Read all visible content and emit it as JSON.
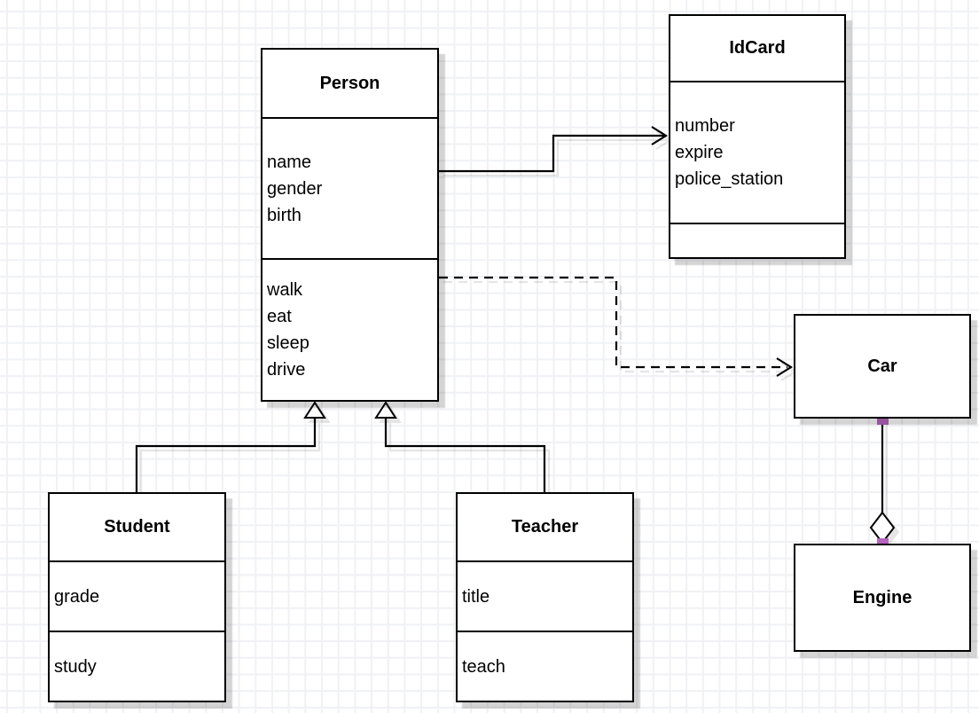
{
  "diagram": {
    "type": "uml-class-diagram",
    "classes": [
      {
        "id": "person",
        "name": "Person",
        "attributes": [
          "name",
          "gender",
          "birth"
        ],
        "methods": [
          "walk",
          "eat",
          "sleep",
          "drive"
        ]
      },
      {
        "id": "idcard",
        "name": "IdCard",
        "attributes": [
          "number",
          "expire",
          "police_station"
        ],
        "methods": []
      },
      {
        "id": "car",
        "name": "Car",
        "attributes": [],
        "methods": []
      },
      {
        "id": "engine",
        "name": "Engine",
        "attributes": [],
        "methods": []
      },
      {
        "id": "student",
        "name": "Student",
        "attributes": [
          "grade"
        ],
        "methods": [
          "study"
        ]
      },
      {
        "id": "teacher",
        "name": "Teacher",
        "attributes": [
          "title"
        ],
        "methods": [
          "teach"
        ]
      }
    ],
    "relationships": [
      {
        "from": "Person",
        "to": "IdCard",
        "type": "association",
        "line": "solid",
        "arrow": "open"
      },
      {
        "from": "Person",
        "to": "Car",
        "type": "dependency",
        "line": "dashed",
        "arrow": "open"
      },
      {
        "from": "Student",
        "to": "Person",
        "type": "generalization",
        "line": "solid",
        "arrow": "hollow-triangle"
      },
      {
        "from": "Teacher",
        "to": "Person",
        "type": "generalization",
        "line": "solid",
        "arrow": "hollow-triangle"
      },
      {
        "from": "Car",
        "to": "Engine",
        "type": "aggregation",
        "line": "solid",
        "arrow": "hollow-diamond"
      }
    ]
  },
  "colors": {
    "stroke": "#000000",
    "box_fill": "#ffffff",
    "canvas_bg": "#ffffff",
    "grid_line": "#f0f1f4",
    "endpoint": "#b465bd"
  }
}
